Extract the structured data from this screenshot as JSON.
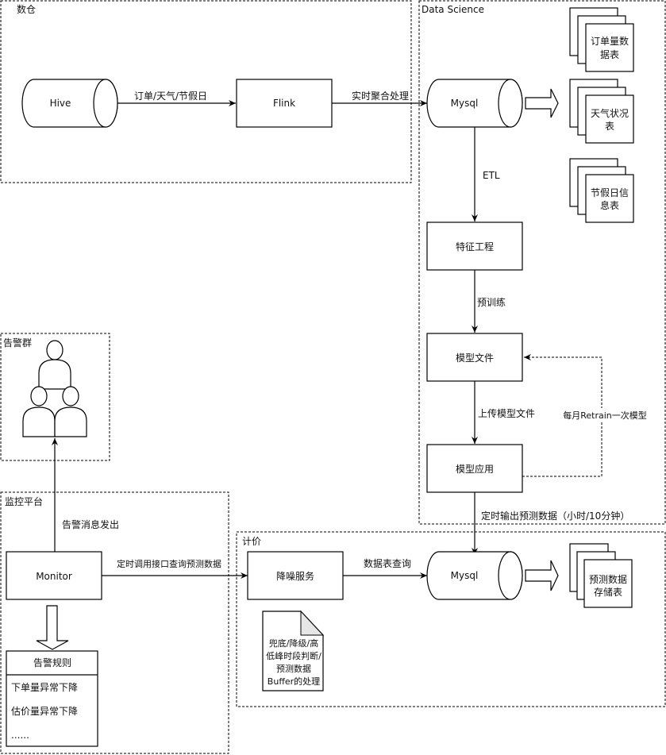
{
  "groups": {
    "warehouse": "数仓",
    "data_science": "Data Science",
    "alert_group": "告警群",
    "monitor_platform": "监控平台",
    "pricing": "计价"
  },
  "nodes": {
    "hive": "Hive",
    "flink": "Flink",
    "mysql_top": "Mysql",
    "feature_eng": "特征工程",
    "model_file": "模型文件",
    "model_app": "模型应用",
    "monitor": "Monitor",
    "denoise": "降噪服务",
    "mysql_bottom": "Mysql"
  },
  "tables": {
    "order_table": [
      "订单量数",
      "据表"
    ],
    "weather_table": [
      "天气状况",
      "表"
    ],
    "holiday_table": [
      "节假日信",
      "息表"
    ],
    "prediction_table": [
      "预测数据",
      "存储表"
    ]
  },
  "edges": {
    "hive_to_flink": "订单/天气/节假日",
    "flink_to_mysql": "实时聚合处理",
    "etl": "ETL",
    "pretrain": "预训练",
    "upload_model": "上传模型文件",
    "retrain": "每月Retrain一次模型",
    "output_prediction": "定时输出预测数据（小时/10分钟）",
    "monitor_query": "定时调用接口查询预测数据",
    "table_query": "数据表查询",
    "alert_send": "告警消息发出"
  },
  "note": [
    "兜底/降级/高",
    "低峰时段判断/",
    "预测数据",
    "Buffer的处理"
  ],
  "alert_rules": {
    "title": "告警规则",
    "items": [
      "下单量异常下降",
      "估价量异常下降",
      "......"
    ]
  }
}
